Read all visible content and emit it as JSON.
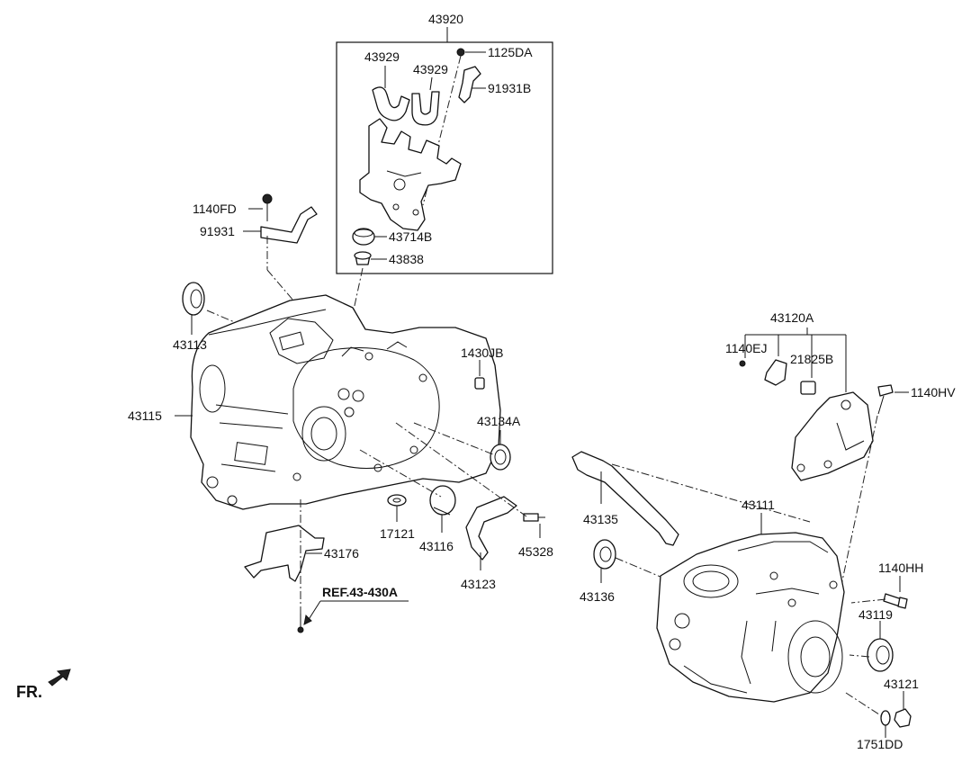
{
  "labels": {
    "p43920": "43920",
    "p43929a": "43929",
    "p43929b": "43929",
    "p1125DA": "1125DA",
    "p91931B": "91931B",
    "p1140FD": "1140FD",
    "p91931": "91931",
    "p43714B": "43714B",
    "p43838": "43838",
    "p43113": "43113",
    "p43115": "43115",
    "p1430JB": "1430JB",
    "p43134A": "43134A",
    "p17121": "17121",
    "p43116": "43116",
    "p43123": "43123",
    "p45328": "45328",
    "p43176": "43176",
    "ref": "REF.43-430A",
    "fr": "FR.",
    "p43120A": "43120A",
    "p1140EJ": "1140EJ",
    "p21825B": "21825B",
    "p1140HV": "1140HV",
    "p43135": "43135",
    "p43111": "43111",
    "p43136": "43136",
    "p1140HH": "1140HH",
    "p43119": "43119",
    "p43121": "43121",
    "p1751DD": "1751DD"
  },
  "icons": {
    "front_arrow": "front-direction-arrow-icon"
  }
}
